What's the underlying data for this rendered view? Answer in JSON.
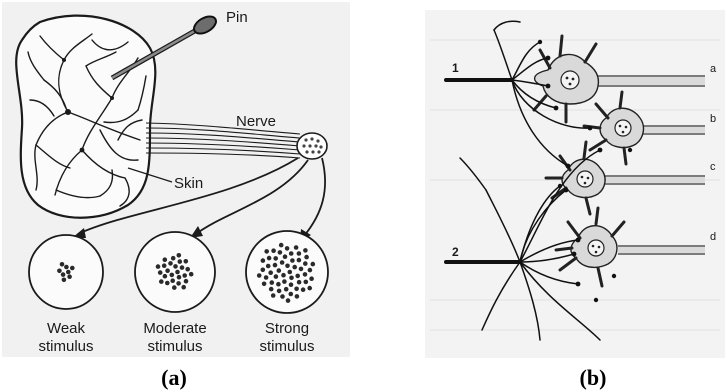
{
  "panel_a": {
    "caption": "(a)",
    "labels": {
      "pin": "Pin",
      "nerve": "Nerve",
      "skin": "Skin"
    },
    "stimuli": [
      {
        "line1": "Weak",
        "line2": "stimulus",
        "active_fibers": 8
      },
      {
        "line1": "Moderate",
        "line2": "stimulus",
        "active_fibers": 26
      },
      {
        "line1": "Strong",
        "line2": "stimulus",
        "active_fibers": 55
      }
    ]
  },
  "panel_b": {
    "caption": "(b)",
    "inputs": [
      "1",
      "2"
    ],
    "neurons": [
      "a",
      "b",
      "c",
      "d"
    ]
  }
}
